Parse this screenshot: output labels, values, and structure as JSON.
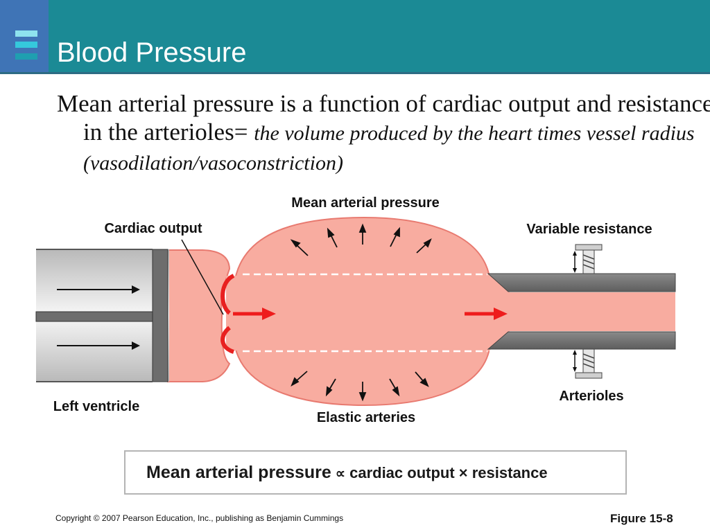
{
  "slide": {
    "title": "Blood Pressure",
    "intro_text": "Mean arterial pressure is a function of cardiac output and resistance in the arterioles=",
    "intro_italic": "the volume produced by the heart times vessel radius (vasodilation/vasoconstriction)"
  },
  "diagram": {
    "label_mean_arterial_pressure": "Mean arterial pressure",
    "label_cardiac_output": "Cardiac output",
    "label_variable_resistance": "Variable resistance",
    "label_left_ventricle": "Left ventricle",
    "label_elastic_arteries": "Elastic arteries",
    "label_arterioles": "Arterioles"
  },
  "formula": {
    "lhs": "Mean arterial pressure",
    "symbol": "∝",
    "rhs": "cardiac output × resistance"
  },
  "footer": {
    "copyright": "Copyright © 2007 Pearson Education, Inc., publishing as Benjamin Cummings",
    "figure": "Figure 15-8"
  },
  "colors": {
    "header": "#1b8a95",
    "logo": "#3f74b6",
    "vessel_fill": "#f8aca0",
    "vessel_edge": "#e87a70",
    "flow_arrow": "#ee1c1c",
    "vessel_wall": "#6d6d6d"
  }
}
